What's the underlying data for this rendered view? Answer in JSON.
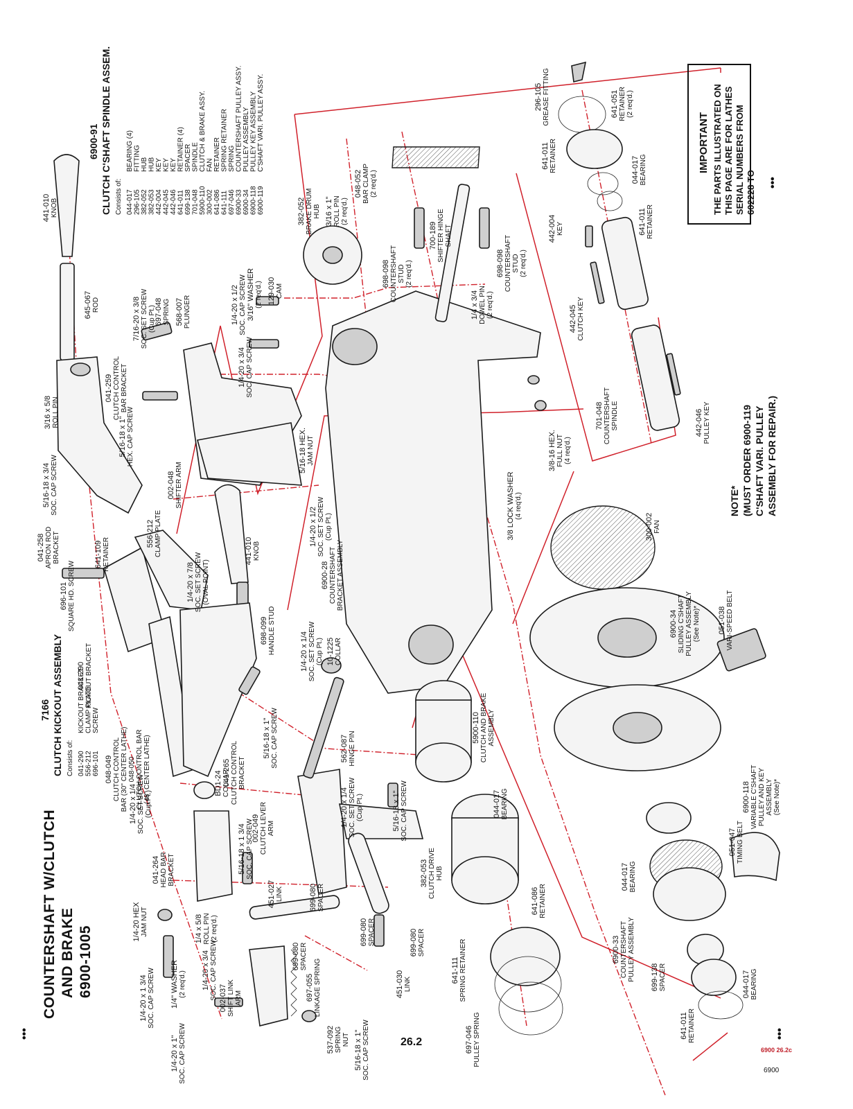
{
  "page": {
    "title_lines": [
      "COUNTERSHAFT W/CLUTCH",
      "AND BRAKE",
      "6900-1005"
    ],
    "page_number": "26.2",
    "footer_code": "6900",
    "corner_code": "6900  26.2c",
    "dots": "•••"
  },
  "important_box": {
    "heading": "IMPORTANT",
    "lines": [
      "THE PARTS ILLUSTRATED ON",
      "THIS PAGE ARE FOR LATHES",
      "SERIAL NUMBERS FROM",
      "602228 TO"
    ]
  },
  "note": {
    "lines": [
      "NOTE*",
      "(MUST ORDER 6900-119",
      "C'SHAFT VARI. PULLEY",
      "ASSEMBLY FOR REPAIR.)"
    ]
  },
  "spindle_assembly": {
    "number": "6900-91",
    "title": "CLUTCH C'SHAFT SPINDLE ASSEM.",
    "consists_of": "Consists of:",
    "rows": [
      {
        "part": "044-017",
        "desc": "BEARING (4)"
      },
      {
        "part": "296-105",
        "desc": "FITTING"
      },
      {
        "part": "382-052",
        "desc": "HUB"
      },
      {
        "part": "382-053",
        "desc": "HUB"
      },
      {
        "part": "442-004",
        "desc": "KEY"
      },
      {
        "part": "442-045",
        "desc": "KEY"
      },
      {
        "part": "442-046",
        "desc": "KEY"
      },
      {
        "part": "641-011",
        "desc": "RETAINER (4)"
      },
      {
        "part": "699-138",
        "desc": "SPACER"
      },
      {
        "part": "701-048",
        "desc": "SPINDLE"
      },
      {
        "part": "5900-110",
        "desc": "CLUTCH & BRAKE ASSY."
      },
      {
        "part": "300-002",
        "desc": "FAN"
      },
      {
        "part": "641-086",
        "desc": "RETAINER"
      },
      {
        "part": "641-111",
        "desc": "SPRING RETAINER"
      },
      {
        "part": "697-046",
        "desc": "SPRING"
      },
      {
        "part": "6900-33",
        "desc": "COUNTERSHAFT PULLEY ASSY."
      },
      {
        "part": "6900-34",
        "desc": "PULLEY ASSEMBLY"
      },
      {
        "part": "6900-118",
        "desc": "PULLEY KEY ASSEMBLY"
      },
      {
        "part": "6900-119",
        "desc": "C'SHAFT VARI. PULLEY ASSY."
      }
    ]
  },
  "kickout_assembly": {
    "number": "7166",
    "title": "CLUTCH KICKOUT ASSEMBLY",
    "consists_of": "Consists of:",
    "rows": [
      {
        "part": "041-290",
        "desc": "KICKOUT BRACKET"
      },
      {
        "part": "556-212",
        "desc": "CLAMP PLATE"
      },
      {
        "part": "696-101",
        "desc": "SCREW"
      }
    ]
  },
  "labels": [
    {
      "id": "knob-top",
      "lines": [
        "441-010",
        "KNOB"
      ]
    },
    {
      "id": "rod",
      "lines": [
        "645-067",
        "ROD"
      ]
    },
    {
      "id": "roll-pin-a",
      "lines": [
        "3/16 x 5/8",
        "ROLL PIN"
      ]
    },
    {
      "id": "cap-screw-a",
      "lines": [
        "5/16-18 x 3/4",
        "SOC. CAP SCREW"
      ]
    },
    {
      "id": "apron-bracket",
      "lines": [
        "041-258",
        "APRON ROD",
        "BRACKET"
      ]
    },
    {
      "id": "ccb-bracket",
      "lines": [
        "041-259",
        "CLUTCH CONTROL",
        "BAR BRACKET"
      ]
    },
    {
      "id": "hex-cap-screw",
      "lines": [
        "5/16-18 x 1\"",
        "HEX. CAP SCREW"
      ]
    },
    {
      "id": "set-screw-a",
      "lines": [
        "7/16-20 x 3/8",
        "SOC. SET SCREW",
        "(Cup Pt.)"
      ]
    },
    {
      "id": "spring-a",
      "lines": [
        "697-048",
        "SPRING"
      ]
    },
    {
      "id": "plunger",
      "lines": [
        "568-007",
        "PLUNGER"
      ]
    },
    {
      "id": "cap-screw-b",
      "lines": [
        "1/4-20 x 1/2",
        "SOC. CAP SCREW"
      ]
    },
    {
      "id": "washer-a",
      "lines": [
        "3/16\" WASHER",
        "(2 req'd.)"
      ]
    },
    {
      "id": "cam",
      "lines": [
        "129-030",
        "CAM"
      ]
    },
    {
      "id": "cap-screw-c",
      "lines": [
        "1/4-20 x 3/4",
        "SOC. CAP SCREW"
      ]
    },
    {
      "id": "brake-hub",
      "lines": [
        "382-052",
        "BRAKE DRUM",
        "HUB"
      ]
    },
    {
      "id": "roll-pin-b",
      "lines": [
        "3/16 x 1\"",
        "ROLL PIN",
        "(2 req'd.)"
      ]
    },
    {
      "id": "bar-clamp",
      "lines": [
        "048-052",
        "BAR CLAMP",
        "(2 req'd.)"
      ]
    },
    {
      "id": "cs-stud-a",
      "lines": [
        "698-098",
        "COUNTERSHAFT",
        "STUD",
        "(2 req'd.)"
      ]
    },
    {
      "id": "hinge-shaft",
      "lines": [
        "700-189",
        "SHIFTER HINGE",
        "SHAFT"
      ]
    },
    {
      "id": "cs-stud-b",
      "lines": [
        "698-098",
        "COUNTERSHAFT",
        "STUD",
        "(2 req'd.)"
      ]
    },
    {
      "id": "dowel-pin",
      "lines": [
        "1/4 x 3/4",
        "DOWEL PIN",
        "(2 req'd.)"
      ]
    },
    {
      "id": "jam-nut-a",
      "lines": [
        "5/16-18 HEX.",
        "JAM NUT"
      ]
    },
    {
      "id": "shifter-arm",
      "lines": [
        "002-048",
        "SHIFTER ARM"
      ]
    },
    {
      "id": "lock-washer",
      "lines": [
        "3/8 LOCK WASHER",
        "(4 req'd.)"
      ]
    },
    {
      "id": "full-nut",
      "lines": [
        "3/8-16 HEX.",
        "FULL NUT",
        "(4 req'd.)"
      ]
    },
    {
      "id": "grease-fitting",
      "lines": [
        "296-105",
        "GREASE FITTING"
      ]
    },
    {
      "id": "retainer-a",
      "lines": [
        "641-051",
        "RETAINER",
        "(2 req'd.)"
      ]
    },
    {
      "id": "retainer-b",
      "lines": [
        "641-011",
        "RETAINER"
      ]
    },
    {
      "id": "bearing-a",
      "lines": [
        "044-017",
        "BEARING"
      ]
    },
    {
      "id": "retainer-c",
      "lines": [
        "641-011",
        "RETAINER"
      ]
    },
    {
      "id": "key-a",
      "lines": [
        "442-004",
        "KEY"
      ]
    },
    {
      "id": "clutch-key",
      "lines": [
        "442-045",
        "CLUTCH KEY"
      ]
    },
    {
      "id": "cs-spindle",
      "lines": [
        "701-048",
        "COUNTERSHAFT",
        "SPINDLE"
      ]
    },
    {
      "id": "pulley-key",
      "lines": [
        "442-046",
        "PULLEY KEY"
      ]
    },
    {
      "id": "fan",
      "lines": [
        "300-002",
        "FAN"
      ]
    },
    {
      "id": "sliding-pulley",
      "lines": [
        "6900-34",
        "SLIDING C'SHAFT",
        "PULLEY ASSEMBLY",
        "(See Note)*"
      ]
    },
    {
      "id": "vari-belt",
      "lines": [
        "051-038",
        "VARI-SPEED BELT"
      ]
    },
    {
      "id": "set-screw-b",
      "lines": [
        "1/4-20 x 1/2",
        "SOC. SET SCREW",
        "(Cup Pt.)"
      ]
    },
    {
      "id": "cs-bracket",
      "lines": [
        "6900-28",
        "COUNTERSHAFT",
        "BRACKET ASSEMBLY"
      ]
    },
    {
      "id": "clamp-plate",
      "lines": [
        "556-212",
        "CLAMP PLATE"
      ]
    },
    {
      "id": "retainer-d",
      "lines": [
        "641-109",
        "RETAINER"
      ]
    },
    {
      "id": "square-screw",
      "lines": [
        "696-101",
        "SQUARE HD. SCREW"
      ]
    },
    {
      "id": "set-screw-c",
      "lines": [
        "1/4-20 x 7/8",
        "SOC. SET SCREW",
        "(OVAL POINT)"
      ]
    },
    {
      "id": "knob-b",
      "lines": [
        "441-010",
        "KNOB"
      ]
    },
    {
      "id": "handle-stud",
      "lines": [
        "698-099",
        "HANDLE STUD"
      ]
    },
    {
      "id": "kickout-bracket",
      "lines": [
        "041-290",
        "KICKOUT BRACKET"
      ]
    },
    {
      "id": "ccbar",
      "lines": [
        "048-049",
        "CLUTCH CONTROL",
        "BAR (30\" CENTER LATHE)",
        "048-050",
        "CLUTCH CONTROL BAR",
        "(48\" CENTER LATHE)"
      ]
    },
    {
      "id": "set-screw-d",
      "lines": [
        "1/4-20 x 1/4",
        "SOC. SET SCREW",
        "(Cup Pt.)"
      ]
    },
    {
      "id": "collar-a",
      "lines": [
        "10-1225",
        "COLLAR"
      ]
    },
    {
      "id": "clutch-brake",
      "lines": [
        "5900-110",
        "CLUTCH AND BRAKE",
        "ASSEMBLY"
      ]
    },
    {
      "id": "cap-screw-d",
      "lines": [
        "5/16-18 x 1\"",
        "SOC. CAP SCREW"
      ]
    },
    {
      "id": "hinge-pin",
      "lines": [
        "562-087",
        "HINGE PIN"
      ]
    },
    {
      "id": "ccb-b",
      "lines": [
        "041-265",
        "CLUTCH CONTROL",
        "BRACKET"
      ]
    },
    {
      "id": "set-screw-e",
      "lines": [
        "1/4-20 x 1/4",
        "SOC. SET SCREW",
        "(Cup Pt.)"
      ]
    },
    {
      "id": "collar-b",
      "lines": [
        "BD1-24",
        "COLLAR"
      ]
    },
    {
      "id": "lever-arm",
      "lines": [
        "002-049",
        "CLUTCH LEVER",
        "ARM"
      ]
    },
    {
      "id": "set-screw-f",
      "lines": [
        "1/4-20 x 1/4",
        "SOC. SET SCREW",
        "(Cup Pt.)"
      ]
    },
    {
      "id": "cap-screw-e",
      "lines": [
        "5/16-18 x 1\"",
        "SOC. CAP SCREW"
      ]
    },
    {
      "id": "bearing-b",
      "lines": [
        "044-017",
        "BEARING"
      ]
    },
    {
      "id": "vari-pulley",
      "lines": [
        "6900-118",
        "VARIABLE C'SHAFT",
        "PULLEY AND KEY",
        "ASSEMBLY",
        "(See Note)*"
      ]
    },
    {
      "id": "timing-belt",
      "lines": [
        "051-047",
        "TIMING BELT"
      ]
    },
    {
      "id": "head-bar-bracket",
      "lines": [
        "041-264",
        "HEAD BAR",
        "BRACKET"
      ]
    },
    {
      "id": "cap-screw-f",
      "lines": [
        "5/16-18 x 1 3/4",
        "SOC. CAP SCREW"
      ]
    },
    {
      "id": "link-a",
      "lines": [
        "451-027",
        "LINK"
      ]
    },
    {
      "id": "spacer-a",
      "lines": [
        "699-080",
        "SPACER"
      ]
    },
    {
      "id": "drive-hub",
      "lines": [
        "382-053",
        "CLUTCH DRIVE",
        "HUB"
      ]
    },
    {
      "id": "retainer-e",
      "lines": [
        "641-086",
        "RETAINER"
      ]
    },
    {
      "id": "bearing-c",
      "lines": [
        "044-017",
        "BEARING"
      ]
    },
    {
      "id": "pulley-assy",
      "lines": [
        "6900-33",
        "COUNTERSHAFT",
        "PULLEY ASSEMBLY"
      ]
    },
    {
      "id": "spacer-b",
      "lines": [
        "699-138",
        "SPACER"
      ]
    },
    {
      "id": "bearing-d",
      "lines": [
        "044-017",
        "BEARING"
      ]
    },
    {
      "id": "retainer-f",
      "lines": [
        "641-011",
        "RETAINER"
      ]
    },
    {
      "id": "jam-nut-b",
      "lines": [
        "1/4-20 HEX",
        "JAM NUT"
      ]
    },
    {
      "id": "cap-screw-g",
      "lines": [
        "1/4-20 x 1 3/4",
        "SOC. CAP SCREW"
      ]
    },
    {
      "id": "washer-b",
      "lines": [
        "1/4\" WASHER",
        "(2 req'd.)"
      ]
    },
    {
      "id": "roll-pin-c",
      "lines": [
        "1/4 x 5/8",
        "ROLL PIN",
        "(2 req'd.)"
      ]
    },
    {
      "id": "cap-screw-h",
      "lines": [
        "1/4-20 x 3/4",
        "SOC. CAP SCREW"
      ]
    },
    {
      "id": "shift-link-arm",
      "lines": [
        "002-037",
        "SHIFT LINK",
        "ARM"
      ]
    },
    {
      "id": "cap-screw-i",
      "lines": [
        "1/4-20 x 1\"",
        "SOC. CAP SCREW"
      ]
    },
    {
      "id": "spring-nut",
      "lines": [
        "537-092",
        "SPRING",
        "NUT"
      ]
    },
    {
      "id": "linkage-spring",
      "lines": [
        "697-055",
        "LINKAGE SPRING"
      ]
    },
    {
      "id": "spacer-c",
      "lines": [
        "699-080",
        "SPACER"
      ]
    },
    {
      "id": "spacer-d",
      "lines": [
        "699-080",
        "SPACER"
      ]
    },
    {
      "id": "spacer-e",
      "lines": [
        "699-080",
        "SPACER"
      ]
    },
    {
      "id": "link-b",
      "lines": [
        "451-030",
        "LINK"
      ]
    },
    {
      "id": "cap-screw-j",
      "lines": [
        "5/16-18 x 1\"",
        "SOC. CAP SCREW"
      ]
    },
    {
      "id": "spring-retainer",
      "lines": [
        "641-111",
        "SPRING RETAINER"
      ]
    },
    {
      "id": "pulley-spring",
      "lines": [
        "697-046",
        "PULLEY SPRING"
      ]
    }
  ]
}
